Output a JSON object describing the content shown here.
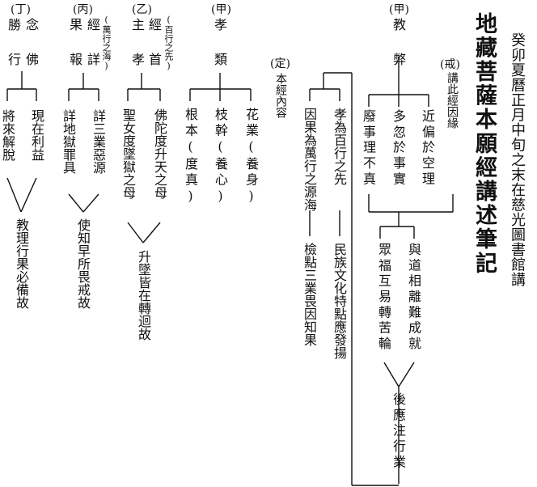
{
  "header": {
    "date_line": "癸卯夏曆正月中旬之末在慈光圖書館講",
    "title": "地藏菩薩本願經講述筆記"
  },
  "jie": {
    "label": "(戒)",
    "heading": "講此經因緣",
    "items": [
      "近偏於空理",
      "多忽於事實",
      "廢事理不真"
    ],
    "merge": [
      "與道相離難成就",
      "眾福互易轉苦輪"
    ],
    "result": "後應注行業"
  },
  "jia_top": {
    "label": "(甲)",
    "name_a": "教",
    "name_b": "弊",
    "items": [
      "孝為百行之先",
      "因果為萬行之源海"
    ],
    "notes": [
      "民族文化特點應發揚",
      "檢點三業畏因知果"
    ]
  },
  "ding_main": {
    "label": "(定)",
    "heading": "本經內容"
  },
  "jia2": {
    "label": "(甲)",
    "name_a": "孝",
    "name_b": "類",
    "items": [
      "花業(養身)",
      "枝幹(養心)",
      "根本(度真)"
    ]
  },
  "yi": {
    "label": "(乙)",
    "name": [
      "經",
      "首"
    ],
    "name2": [
      "主",
      "孝"
    ],
    "note": "(百行之先)",
    "items": [
      "佛陀度升天之母",
      "聖女度墜獄之母"
    ],
    "result": "升墜皆在轉迴故"
  },
  "bing": {
    "label": "(丙)",
    "name": [
      "經",
      "詳"
    ],
    "name2": [
      "果",
      "報"
    ],
    "note": "(萬行之海)",
    "items": [
      "詳三業惡源",
      "詳地獄罪具"
    ],
    "result": "使知早所畏戒故"
  },
  "ding": {
    "label": "(丁)",
    "name": [
      "念",
      "佛"
    ],
    "name2": [
      "勝",
      "行"
    ],
    "items": [
      "現在利益",
      "將來解脫"
    ],
    "result": "教理行果必備故"
  }
}
